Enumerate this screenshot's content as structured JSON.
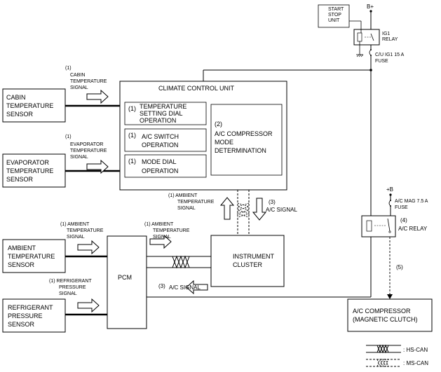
{
  "components": {
    "start_stop_unit": [
      "START",
      "STOP",
      "UNIT"
    ],
    "b_plus": "B+",
    "ig1_relay": [
      "IG1",
      "RELAY"
    ],
    "cu_fuse": [
      "C/U IG1 15 A",
      "FUSE"
    ],
    "plus_b": "+B",
    "ac_mag_fuse": [
      "A/C MAG 7.5 A",
      "FUSE"
    ],
    "ac_relay_num": "(4)",
    "ac_relay": "A/C RELAY",
    "num5": "(5)",
    "ac_compressor": [
      "A/C COMPRESSOR",
      "(MAGNETIC CLUTCH)"
    ],
    "climate_control_unit": "CLIMATE CONTROL UNIT",
    "cabin_sensor": [
      "CABIN",
      "TEMPERATURE",
      "SENSOR"
    ],
    "evap_sensor": [
      "EVAPORATOR",
      "TEMPERATURE",
      "SENSOR"
    ],
    "ambient_sensor": [
      "AMBIENT",
      "TEMPERATURE",
      "SENSOR"
    ],
    "refrig_sensor": [
      "REFRIGERANT",
      "PRESSURE",
      "SENSOR"
    ],
    "pcm": "PCM",
    "instrument_cluster": [
      "INSTRUMENT",
      "CLUSTER"
    ]
  },
  "inner": {
    "temp_dial": {
      "num": "(1)",
      "lines": [
        "TEMPERATURE",
        "SETTING DIAL",
        "OPERATION"
      ]
    },
    "ac_switch": {
      "num": "(1)",
      "lines": [
        "A/C SWITCH",
        "OPERATION"
      ]
    },
    "mode_dial": {
      "num": "(1)",
      "lines": [
        "MODE DIAL",
        "OPERATION"
      ]
    },
    "mode_det": {
      "num": "(2)",
      "lines": [
        "A/C COMPRESSOR",
        "MODE",
        "DETERMINATION"
      ]
    }
  },
  "signals": {
    "cabin": {
      "num": "(1)",
      "lines": [
        "CABIN",
        "TEMPERATURE",
        "SIGNAL"
      ]
    },
    "evap": {
      "num": "(1)",
      "lines": [
        "EVAPORATOR",
        "TEMPERATURE",
        "SIGNAL"
      ]
    },
    "amb_pcm": {
      "lines": [
        "(1) AMBIENT",
        "TEMPERATURE",
        "SIGNAL"
      ]
    },
    "refrig": {
      "lines": [
        "(1) REFRIGERANT",
        "PRESSURE",
        "SIGNAL"
      ]
    },
    "amb_cluster": {
      "lines": [
        "(1) AMBIENT",
        "TEMPERATURE",
        "SIGNAL"
      ]
    },
    "amb_ccu": {
      "lines": [
        "(1) AMBIENT",
        "TEMPERATURE",
        "SIGNAL"
      ]
    },
    "ac_ccu": {
      "num": "(3)",
      "label": "A/C SIGNAL"
    },
    "ac_pcm": {
      "num": "(3)",
      "label": "A/C SIGNAL"
    }
  },
  "legend": {
    "hs_can": ": HS-CAN",
    "ms_can": ": MS-CAN"
  }
}
